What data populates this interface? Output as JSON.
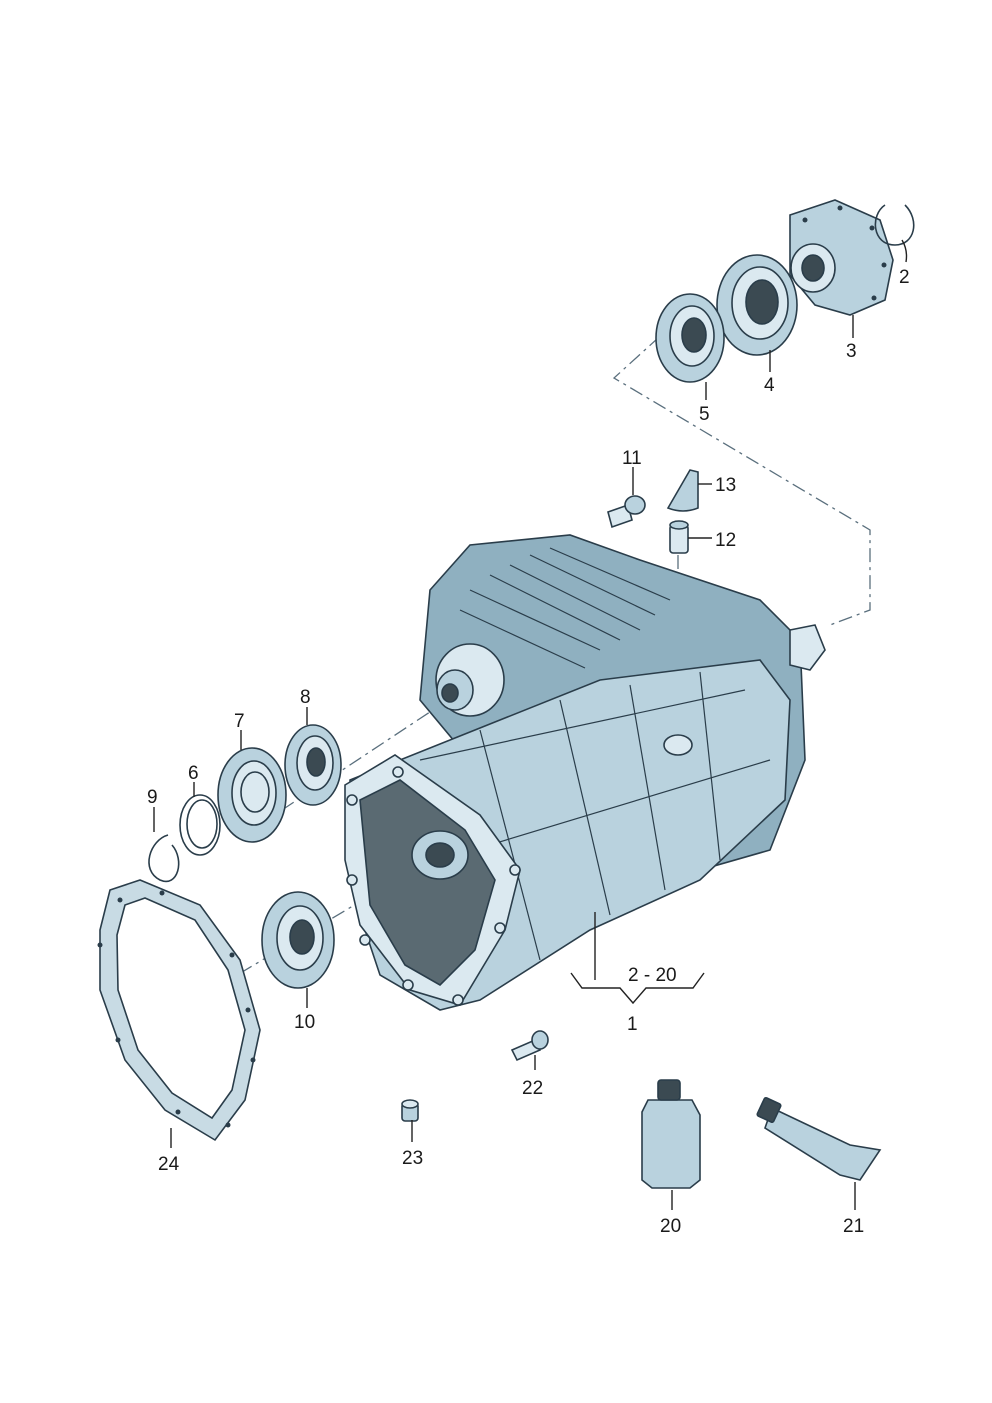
{
  "callouts": {
    "c1": "1",
    "c2": "2",
    "c3": "3",
    "c4": "4",
    "c5": "5",
    "c6": "6",
    "c7": "7",
    "c8": "8",
    "c9": "9",
    "c10": "10",
    "c11": "11",
    "c12": "12",
    "c13": "13",
    "c20": "20",
    "c21": "21",
    "c22": "22",
    "c23": "23",
    "c24": "24",
    "range": "2 - 20"
  }
}
